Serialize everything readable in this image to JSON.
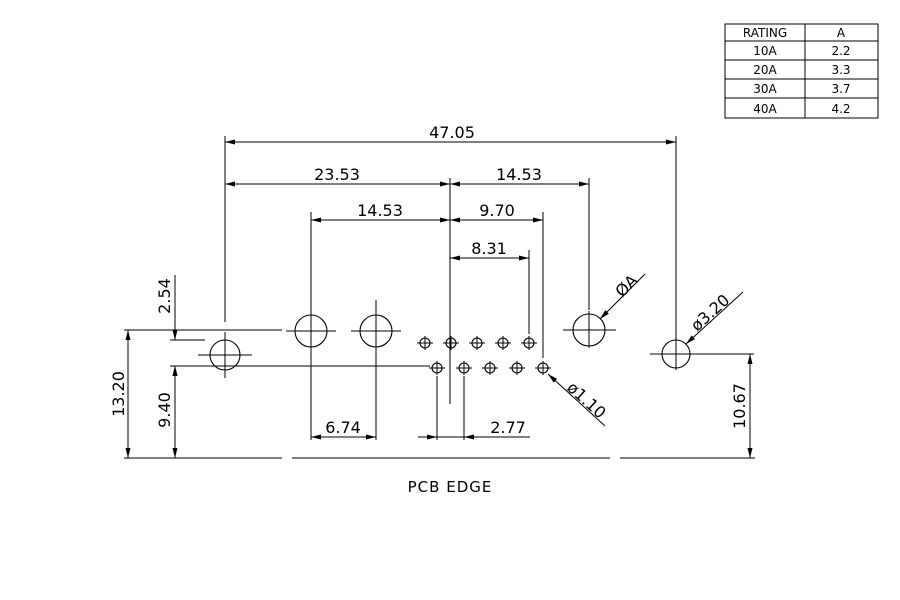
{
  "rating_table": {
    "headers": [
      "RATING",
      "A"
    ],
    "rows": [
      [
        "10A",
        "2.2"
      ],
      [
        "20A",
        "3.3"
      ],
      [
        "30A",
        "3.7"
      ],
      [
        "40A",
        "4.2"
      ]
    ]
  },
  "dimensions": {
    "overall_width": "47.05",
    "left_to_center": "23.53",
    "center_to_right_hole": "14.53",
    "left_pair_width": "14.53",
    "center_to_last_pin": "9.70",
    "center_to_row_pin": "8.31",
    "height_top_hole": "2.54",
    "height_total": "13.20",
    "height_bottom": "9.40",
    "hole_spacing": "6.74",
    "pin_pitch": "2.77",
    "height_right_hole": "10.67"
  },
  "callouts": {
    "hole_a": "ØA",
    "hole_320": "ø3.20",
    "pin_110": "ø1.10"
  },
  "pcb_edge_label": "PCB EDGE"
}
